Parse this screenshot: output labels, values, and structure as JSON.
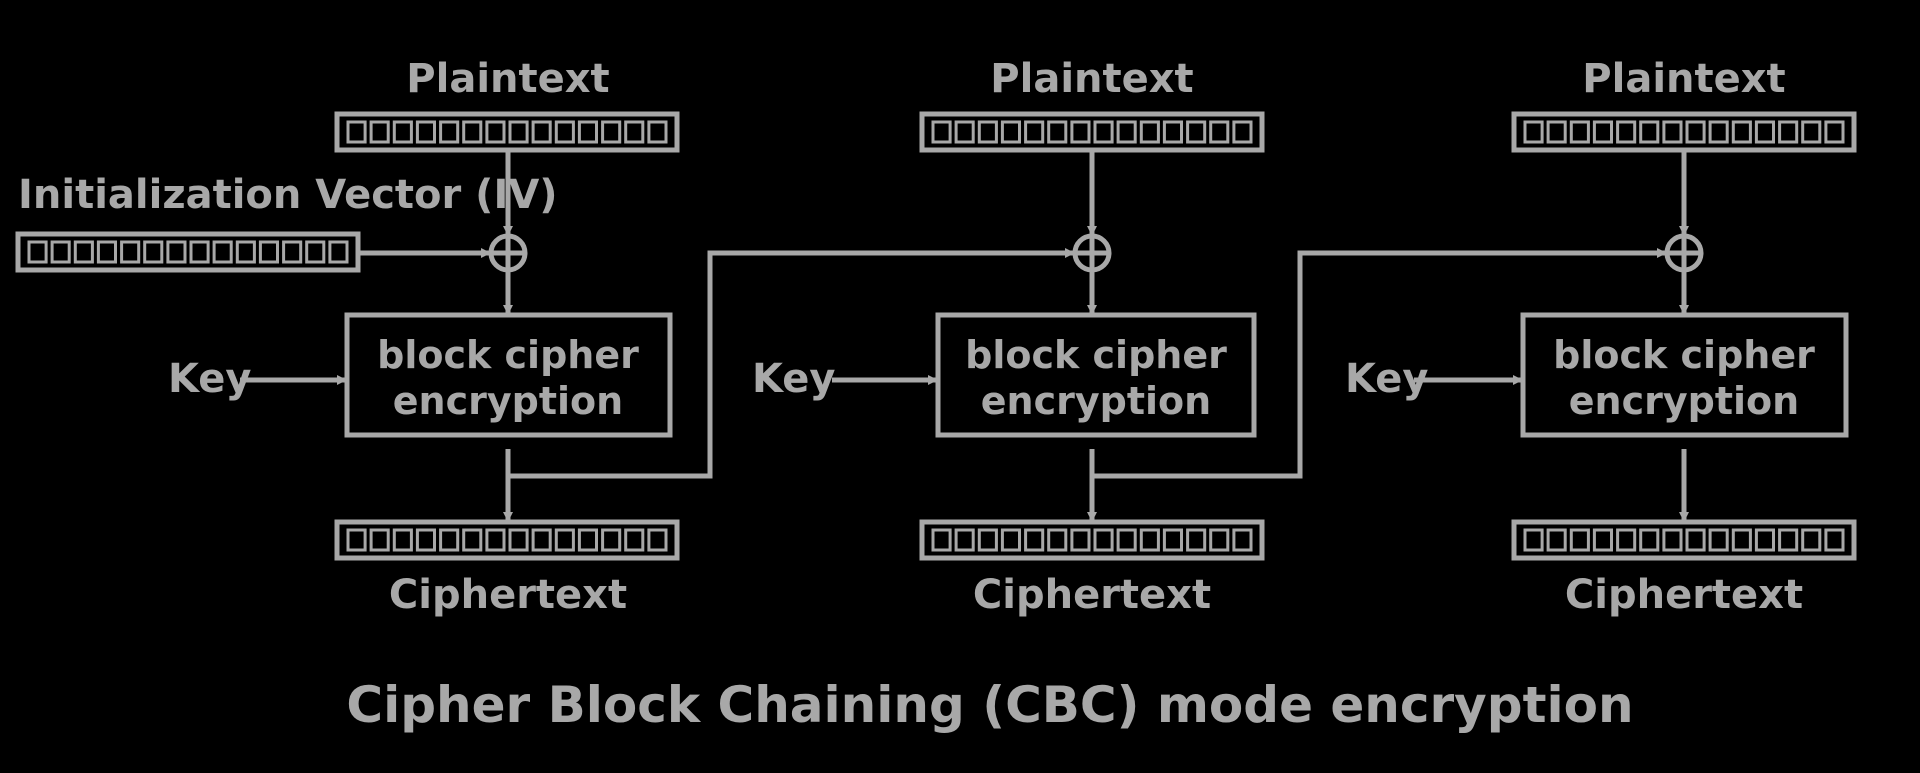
{
  "diagram": {
    "title": "Cipher Block Chaining (CBC) mode encryption",
    "colors": {
      "background": "#000000",
      "foreground": "#a8a8a8"
    },
    "iv": {
      "label": "Initialization Vector (IV)",
      "cells": 14
    },
    "stages": [
      {
        "plaintext_label": "Plaintext",
        "key_label": "Key",
        "cipher_label_line1": "block cipher",
        "cipher_label_line2": "encryption",
        "ciphertext_label": "Ciphertext",
        "cells": 14
      },
      {
        "plaintext_label": "Plaintext",
        "key_label": "Key",
        "cipher_label_line1": "block cipher",
        "cipher_label_line2": "encryption",
        "ciphertext_label": "Ciphertext",
        "cells": 14
      },
      {
        "plaintext_label": "Plaintext",
        "key_label": "Key",
        "cipher_label_line1": "block cipher",
        "cipher_label_line2": "encryption",
        "ciphertext_label": "Ciphertext",
        "cells": 14
      }
    ],
    "xor_icon": "xor-circle-plus-icon"
  }
}
